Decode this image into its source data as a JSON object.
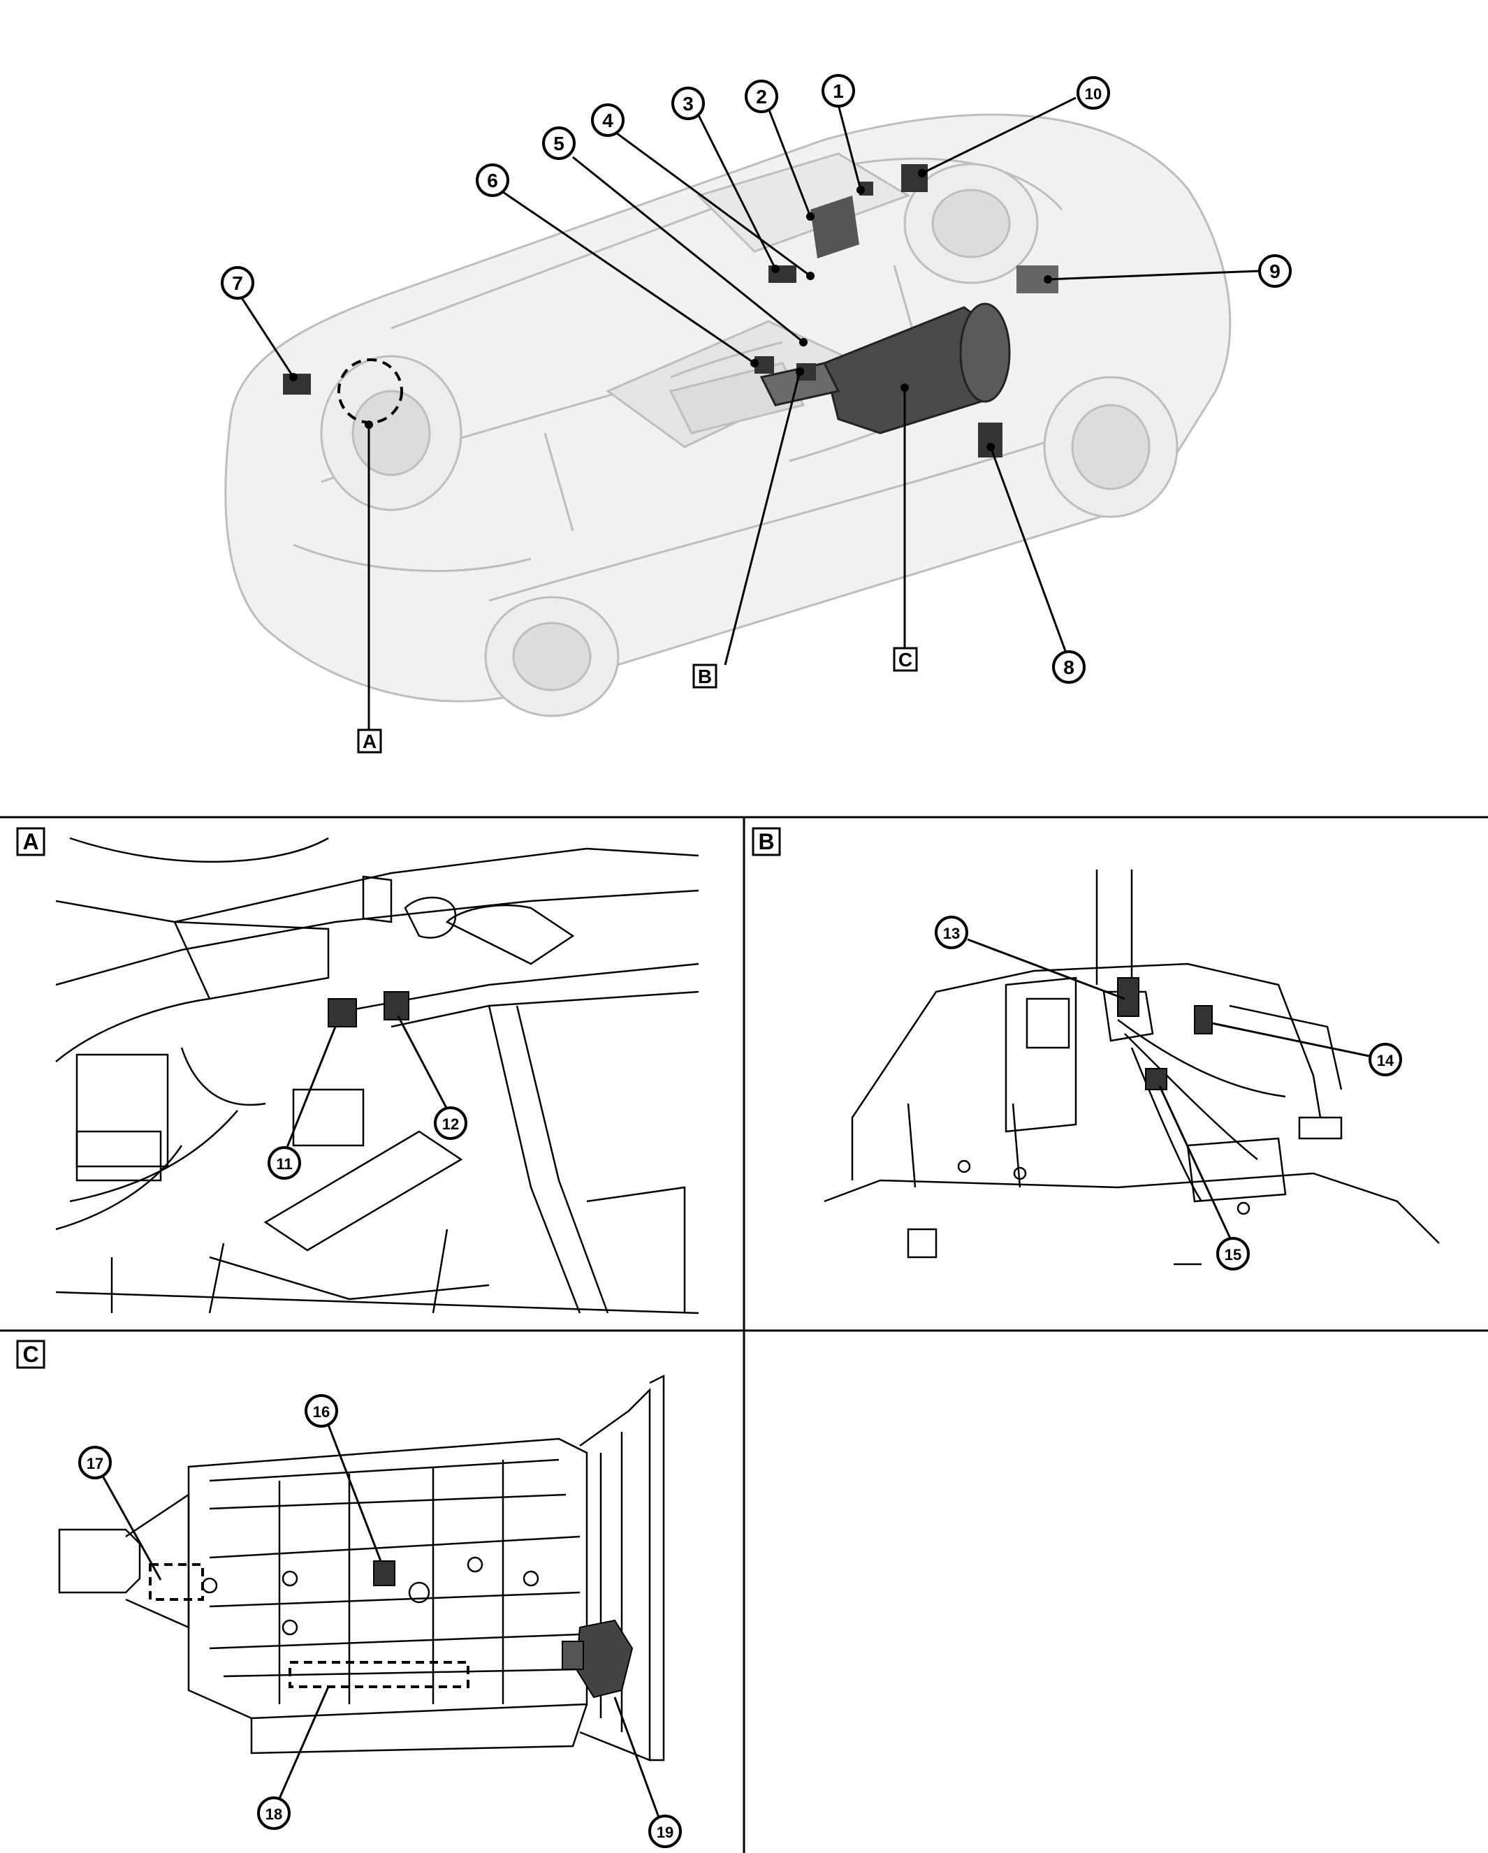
{
  "overview": {
    "callouts": [
      "1",
      "2",
      "3",
      "4",
      "5",
      "6",
      "7",
      "8",
      "9",
      "10"
    ],
    "view_letters": [
      "A",
      "B",
      "C"
    ]
  },
  "panel_a": {
    "letter": "A",
    "callouts": [
      "11",
      "12"
    ]
  },
  "panel_b": {
    "letter": "B",
    "callouts": [
      "13",
      "14",
      "15"
    ]
  },
  "panel_c": {
    "letter": "C",
    "callouts": [
      "16",
      "17",
      "18",
      "19"
    ]
  },
  "colors": {
    "line": "#000000",
    "ghost": "#b8b8b8",
    "part": "#3a3a3a",
    "background": "#ffffff"
  }
}
